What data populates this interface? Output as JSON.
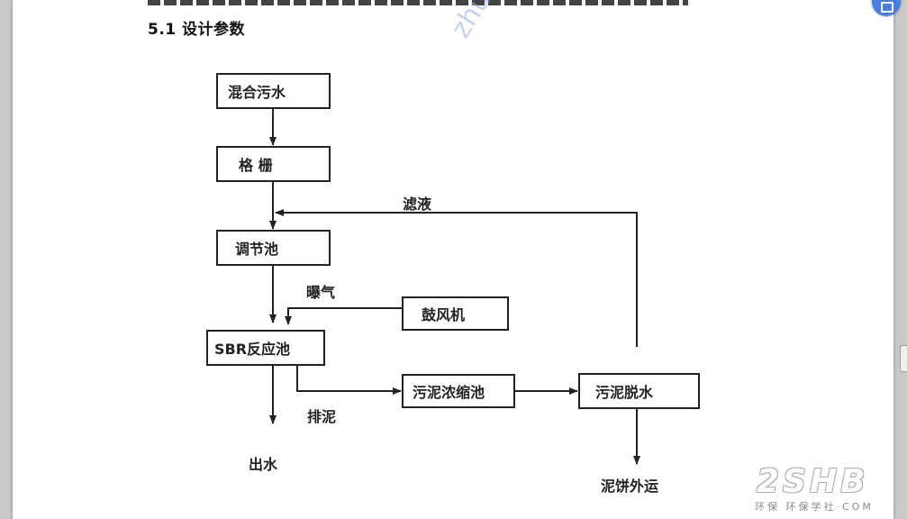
{
  "heading": "5.1 设计参数",
  "watermark": "zhulo",
  "nodes": {
    "mixed_sewage": "混合污水",
    "grille": "格 栅",
    "equalization_tank": "调节池",
    "blower": "鼓风机",
    "sbr_reactor": "SBR反应池",
    "sludge_thickener": "污泥浓缩池",
    "sludge_dewatering": "污泥脱水"
  },
  "edge_labels": {
    "filtrate": "滤液",
    "aeration": "曝气",
    "sludge_discharge": "排泥",
    "effluent": "出水",
    "cake_out": "泥饼外运"
  },
  "logo": {
    "main": "2SHB",
    "sub": "环保学社·COM",
    "badge": "环保"
  }
}
